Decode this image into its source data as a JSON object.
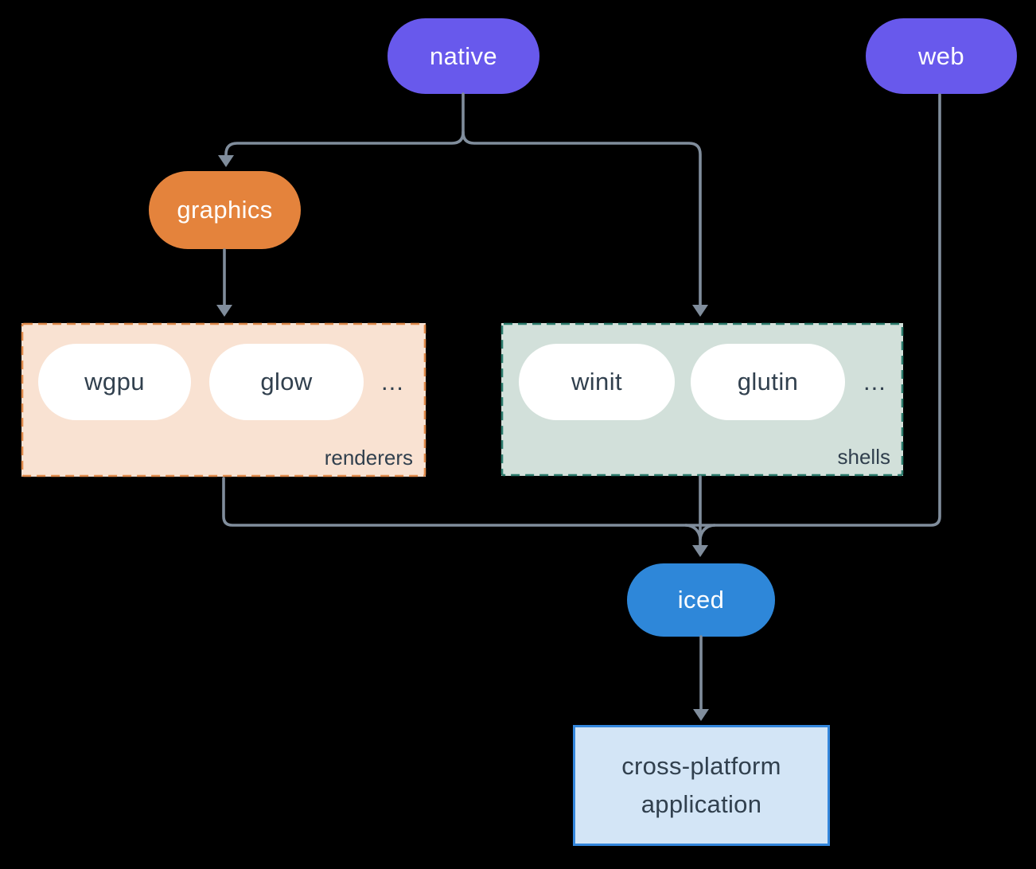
{
  "colors": {
    "bg": "#000000",
    "purple": "#6859EC",
    "orange": "#E4833C",
    "blue": "#2E87D9",
    "peach-bg": "#F9E2D2",
    "orange-dash": "#E08B4C",
    "sage-bg": "#D2E0DA",
    "teal-dash": "#2E7D6E",
    "app-bg": "#D3E5F6",
    "app-border": "#3386DC",
    "line": "#808D9C",
    "dark-text": "#31404E",
    "white-text": "#FFFFFF"
  },
  "nodes": {
    "native": "native",
    "web": "web",
    "graphics": "graphics",
    "iced": "iced"
  },
  "groups": {
    "renderers": {
      "label": "renderers",
      "items": [
        "wgpu",
        "glow"
      ],
      "more": "..."
    },
    "shells": {
      "label": "shells",
      "items": [
        "winit",
        "glutin"
      ],
      "more": "..."
    }
  },
  "app": {
    "line1": "cross-platform",
    "line2": "application"
  }
}
